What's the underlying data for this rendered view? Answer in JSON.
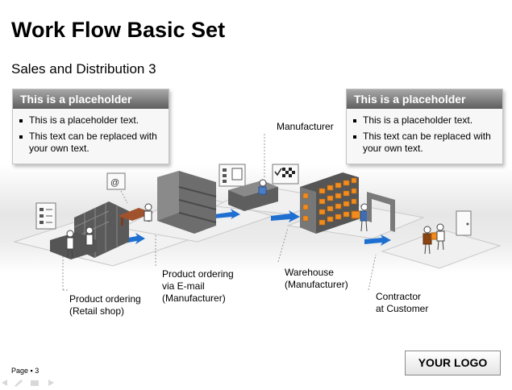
{
  "title": "Work Flow Basic Set",
  "subtitle": "Sales and Distribution 3",
  "placeholders": [
    {
      "header": "This is a placeholder",
      "items": [
        "This is a placeholder text.",
        "This text can be replaced with your own text."
      ]
    },
    {
      "header": "This is a placeholder",
      "items": [
        "This is a placeholder text.",
        "This text can be replaced with your own text."
      ]
    }
  ],
  "labels": {
    "retail": [
      "Product ordering",
      "(Retail shop)"
    ],
    "email": [
      "Product ordering",
      "via E-mail",
      "(Manufacturer)"
    ],
    "manufacturer": [
      "Manufacturer"
    ],
    "warehouse": [
      "Warehouse",
      "(Manufacturer)"
    ],
    "contractor": [
      "Contractor",
      "at Customer"
    ]
  },
  "footer": {
    "page": "Page ▪ 3",
    "logo": "YOUR LOGO"
  },
  "colors": {
    "header_dark": "#5e5e5e",
    "arrow_blue": "#1f6fd1",
    "box_orange": "#f28c1e",
    "shelf_gray": "#6d6d6d"
  }
}
